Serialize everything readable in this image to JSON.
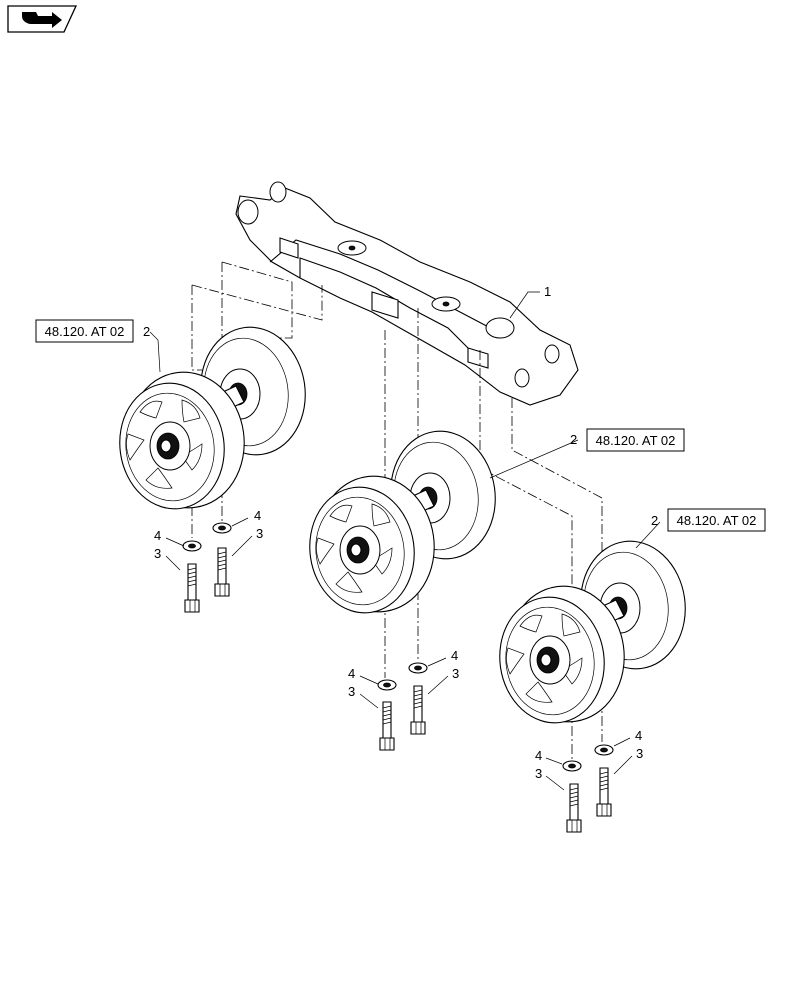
{
  "nav_icon": {
    "name": "navigation-arrow-icon"
  },
  "refs": [
    {
      "id": "ref-a",
      "label": "48.120. AT 02"
    },
    {
      "id": "ref-b",
      "label": "48.120. AT 02"
    },
    {
      "id": "ref-c",
      "label": "48.120. AT 02"
    }
  ],
  "callouts": {
    "frame": "1",
    "roller": "2",
    "bolt": "3",
    "washer": "4"
  }
}
